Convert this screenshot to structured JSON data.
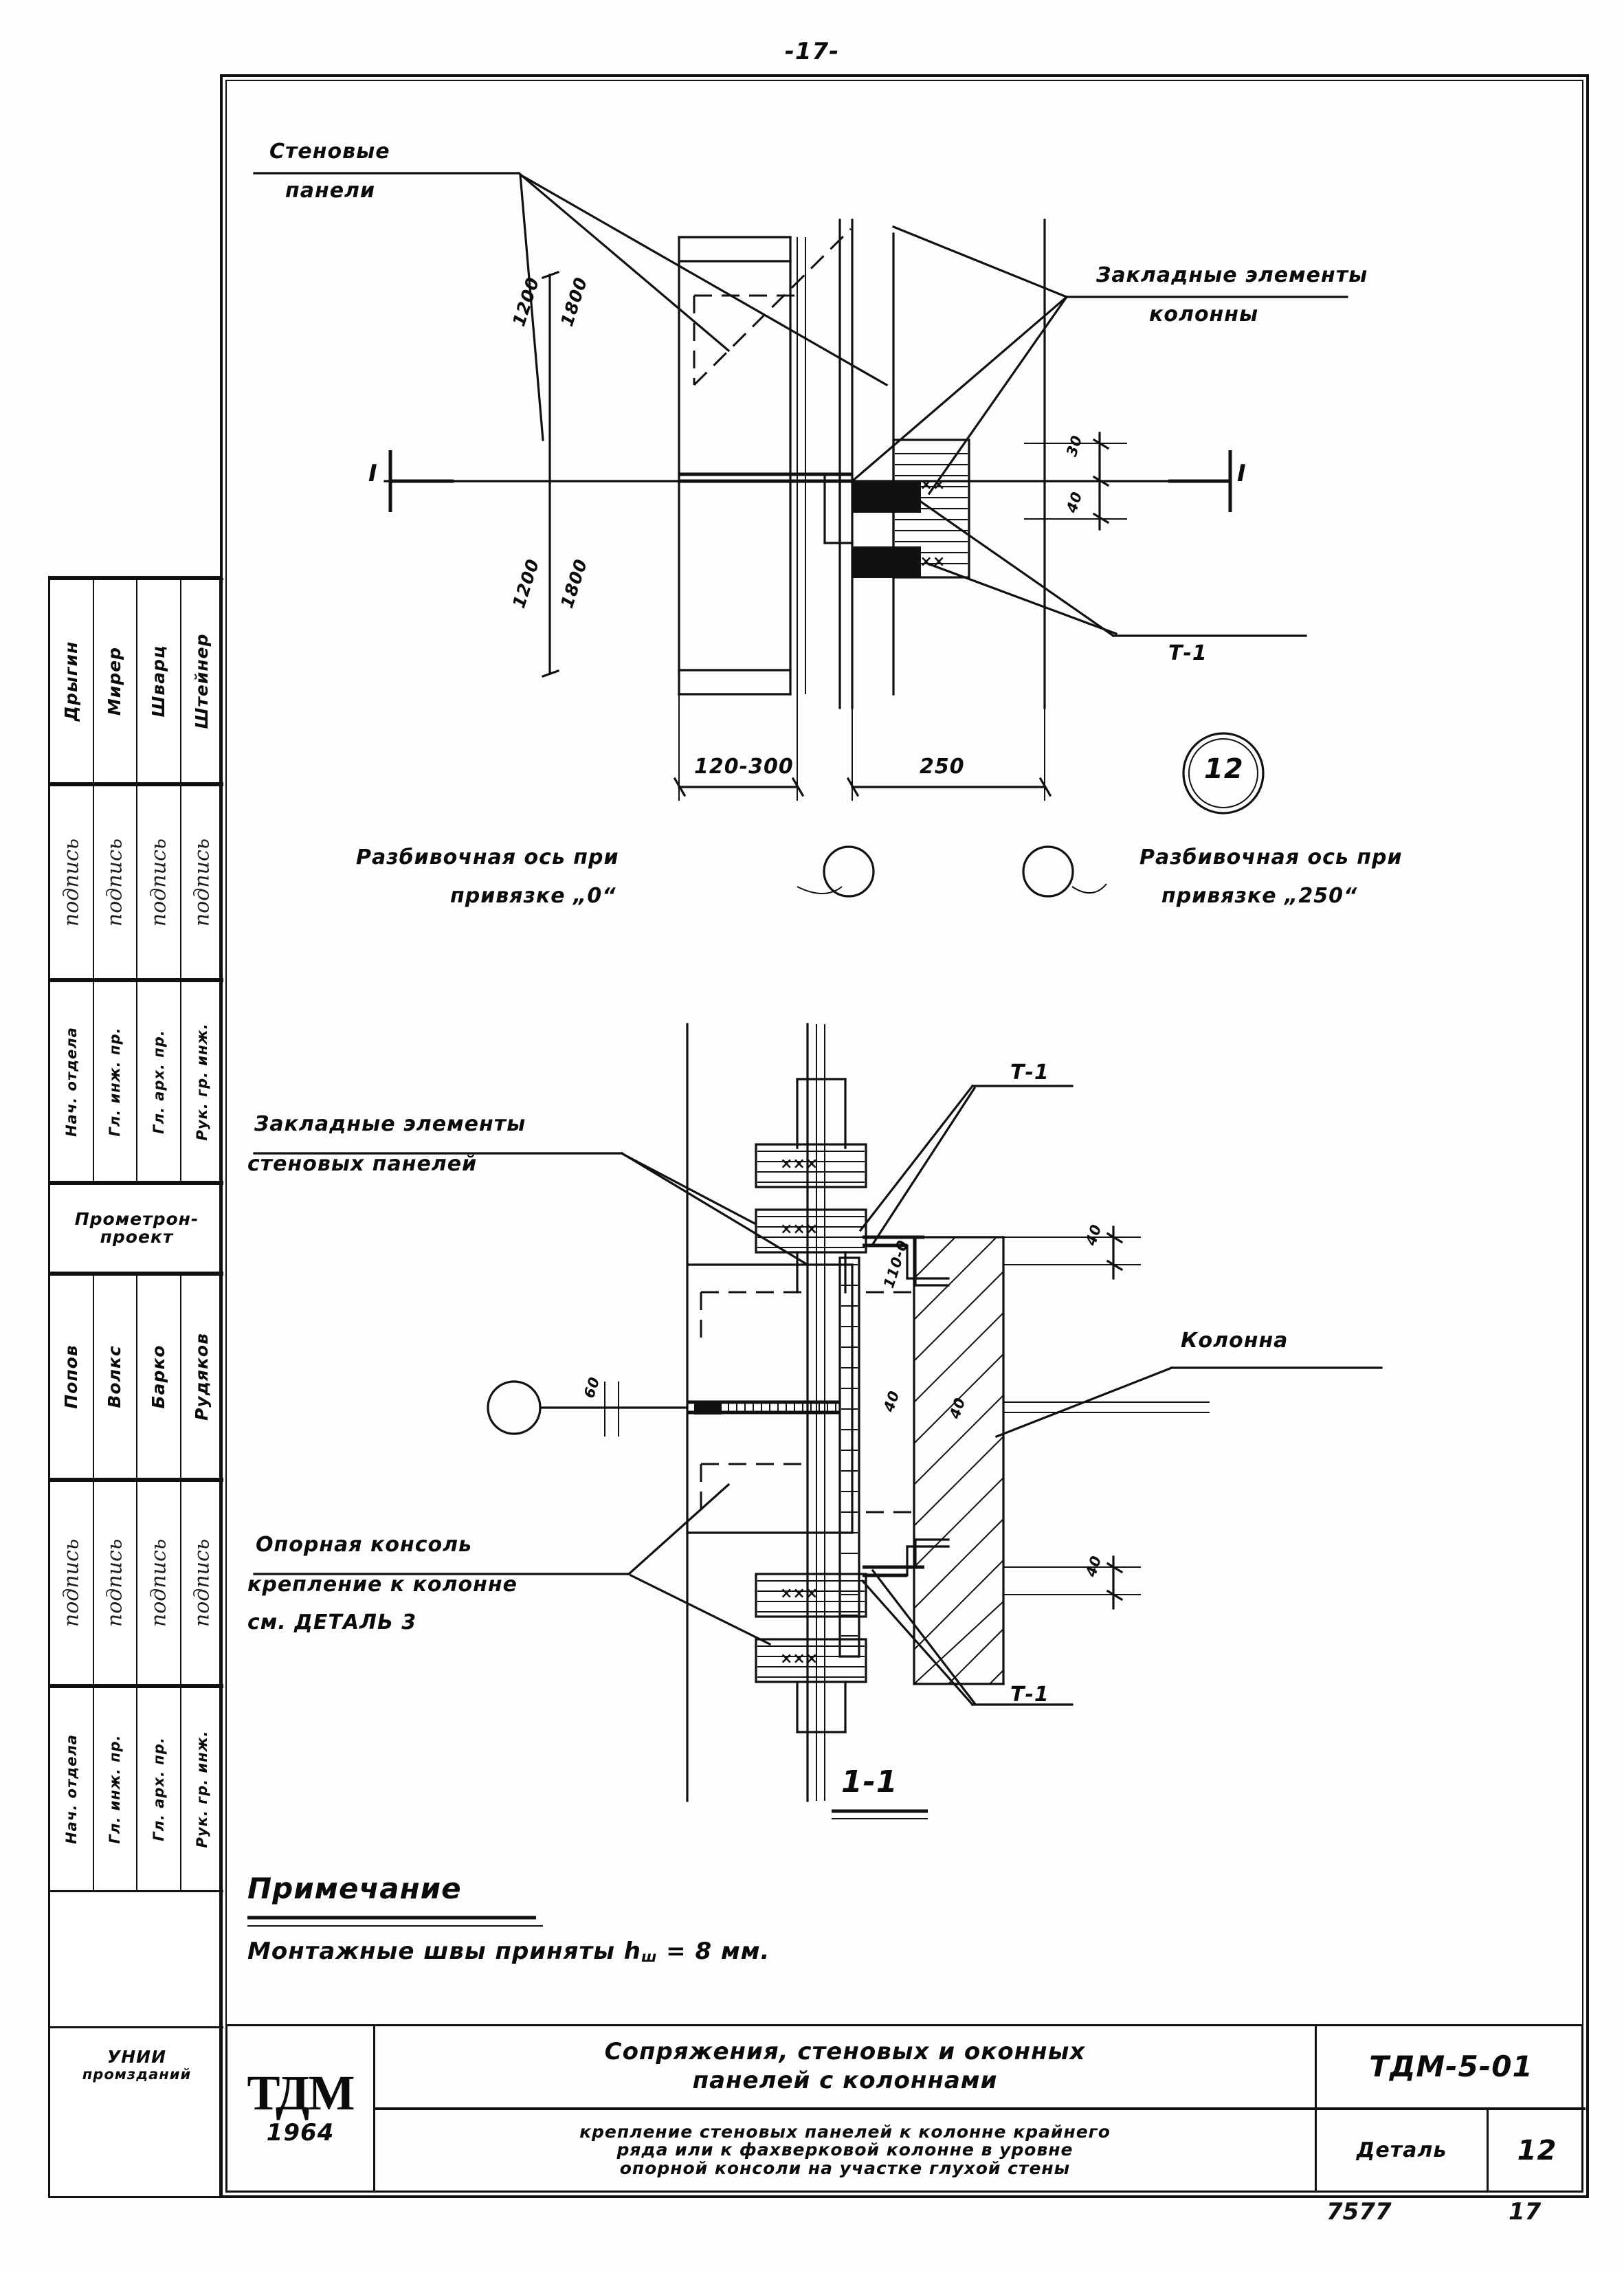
{
  "sheet": {
    "page_label": "-17-",
    "bottom_left_number": "7577",
    "bottom_right_number": "17"
  },
  "drawing_top": {
    "label_wall_panels_line1": "Стеновые",
    "label_wall_panels_line2": "панели",
    "label_embedded_col_line1": "Закладные элементы",
    "label_embedded_col_line2": "колонны",
    "label_t1": "Т-1",
    "detail_marker": "12",
    "dim_up_left": "1200",
    "dim_up_right": "1800",
    "dim_down_left": "1200",
    "dim_down_right": "1800",
    "dim_horiz_left": "120-300",
    "dim_horiz_right": "250",
    "dim_small_30": "30",
    "dim_small_40": "40",
    "section_mark_left": "I",
    "section_mark_right": "I",
    "axis_note_left_line1": "Разбивочная ось при",
    "axis_note_left_line2": "привязке „0“",
    "axis_note_right_line1": "Разбивочная ось при",
    "axis_note_right_line2": "привязке „250“"
  },
  "drawing_bottom": {
    "label_embedded_panels_line1": "Закладные элементы",
    "label_embedded_panels_line2": "стеновых  панелей",
    "label_bracket_line1": "Опорная консоль",
    "label_bracket_line2": "крепление к колонне",
    "label_bracket_line3": "см. ДЕТАЛЬ 3",
    "label_column": "Колонна",
    "label_t1_top": "Т-1",
    "label_t1_bottom": "Т-1",
    "dim_40_top": "40",
    "dim_40_bottom": "40",
    "dim_60": "60",
    "dim_110_0": "110-0",
    "dim_40_mid_a": "40",
    "dim_40_mid_b": "40",
    "section_title": "1-1"
  },
  "note": {
    "heading": "Примечание",
    "text": "Монтажные  швы  приняты  h",
    "sub": "ш",
    "text2": " = 8 мм."
  },
  "stamp": {
    "upper_names": [
      "Дрыгин",
      "Мирер",
      "Шварц",
      "Штейнер"
    ],
    "upper_signatures": [
      "подпись",
      "подпись",
      "подпись",
      "подпись"
    ],
    "upper_roles": [
      "Нач. отдела",
      "Гл. инж. пр.",
      "Гл. арх. пр.",
      "Рук. гр. инж."
    ],
    "organisation_line1": "Прометрон-",
    "organisation_line2": "проект",
    "lower_names": [
      "Попов",
      "Волкс",
      "Барко",
      "Рудяков"
    ],
    "lower_signatures": [
      "подпись",
      "подпись",
      "подпись",
      "подпись"
    ],
    "lower_roles": [
      "Нач. отдела",
      "Гл. инж. пр.",
      "Гл. арх. пр.",
      "Рук. гр. инж."
    ]
  },
  "title_block": {
    "logo": "ТДМ",
    "year": "1964",
    "institute_line1": "УНИИ",
    "institute_line2": "промзданий",
    "title_line1": "Сопряжения, стеновых и оконных",
    "title_line2": "панелей    с колоннами",
    "subtitle_line1": "крепление  стеновых  панелей  к колонне крайнего",
    "subtitle_line2": "ряда  или  к фахверковой колонне в  уровне",
    "subtitle_line3": "опорной  консоли на участке глухой стены",
    "code": "ТДМ-5-01",
    "detail_label": "Деталь",
    "detail_number": "12"
  }
}
